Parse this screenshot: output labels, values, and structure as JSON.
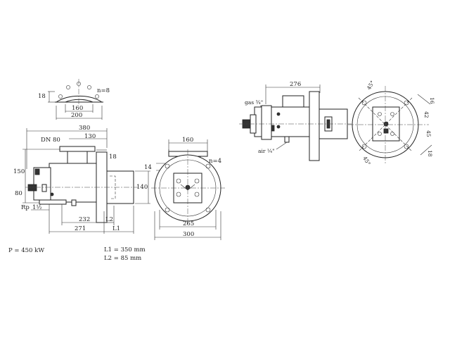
{
  "colors": {
    "line": "#222222",
    "background": "#ffffff"
  },
  "left_view": {
    "flange_top": {
      "pcd": "160",
      "outer": "200",
      "thickness": "18",
      "bolts": "n=8"
    },
    "overall_length": "380",
    "dn_label": "DN 80",
    "dn_offset": "130",
    "flange_plate": "18",
    "height_150": "150",
    "height_80": "80",
    "rp_label": "Rp",
    "rp_value": "1½",
    "len_232": "232",
    "len_271": "271",
    "l2_label": "L2",
    "l1_label": "L1",
    "tube_dia": "140"
  },
  "front_view": {
    "flange_pcd": "160",
    "flange_thk": "14",
    "bolts": "n=4",
    "pcd_265": "265",
    "outer_300": "300"
  },
  "right_view": {
    "length_276": "276",
    "gas_label": "gas ¾\"",
    "air_label": "air ¼\""
  },
  "end_view": {
    "angle_top": "45°",
    "dim_16": "16",
    "dim_42": "42",
    "dim_45": "45",
    "dim_18": "18",
    "angle_bottom": "45°"
  },
  "notes": {
    "power": "P = 450 kW",
    "l1": "L1 = 350 mm",
    "l2": "L2 = 85 mm"
  }
}
